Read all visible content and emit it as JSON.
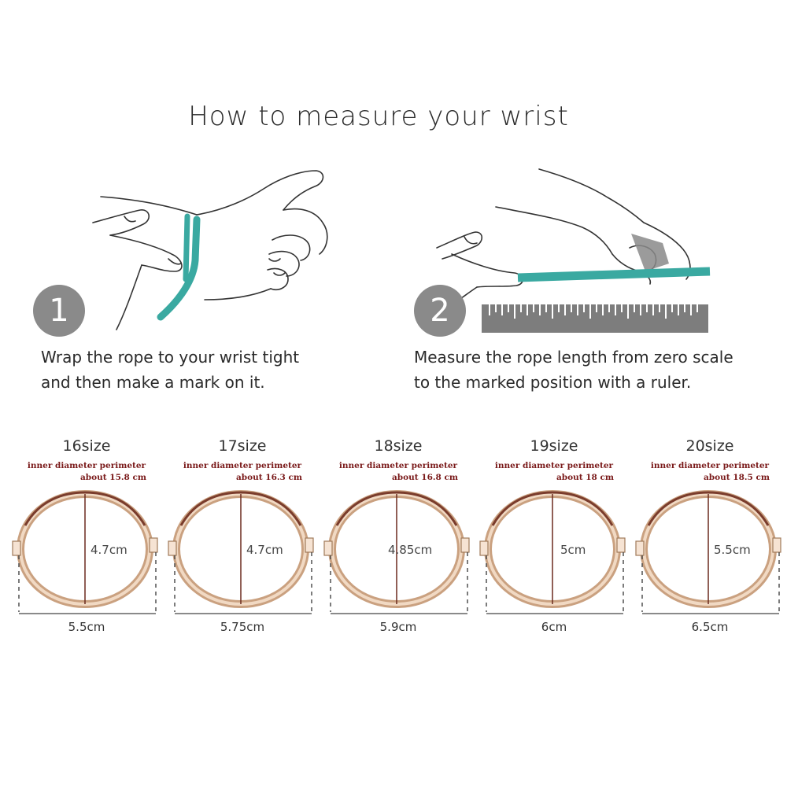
{
  "title": "How to measure your wrist",
  "steps": [
    {
      "number": "1",
      "line1": "Wrap the rope to your wrist tight",
      "line2": "and then make a mark on it."
    },
    {
      "number": "2",
      "line1": "Measure the rope length from zero scale",
      "line2": "to the marked position with a ruler."
    }
  ],
  "colors": {
    "rope": "#3aa9a1",
    "badge": "#8a8a8a",
    "bangle": "#d8b08f",
    "perimeter_text": "#7a1a1a"
  },
  "sizes": [
    {
      "name": "16size",
      "perimeter_label": "inner diameter perimeter",
      "about": "about 15.8 cm",
      "height": "4.7cm",
      "width": "5.5cm"
    },
    {
      "name": "17size",
      "perimeter_label": "inner diameter perimeter",
      "about": "about 16.3 cm",
      "height": "4.7cm",
      "width": "5.75cm"
    },
    {
      "name": "18size",
      "perimeter_label": "inner diameter perimeter",
      "about": "about 16.8 cm",
      "height": "4.85cm",
      "width": "5.9cm"
    },
    {
      "name": "19size",
      "perimeter_label": "inner diameter perimeter",
      "about": "about  18  cm",
      "height": "5cm",
      "width": "6cm"
    },
    {
      "name": "20size",
      "perimeter_label": "inner diameter perimeter",
      "about": "about 18.5 cm",
      "height": "5.5cm",
      "width": "6.5cm"
    }
  ]
}
